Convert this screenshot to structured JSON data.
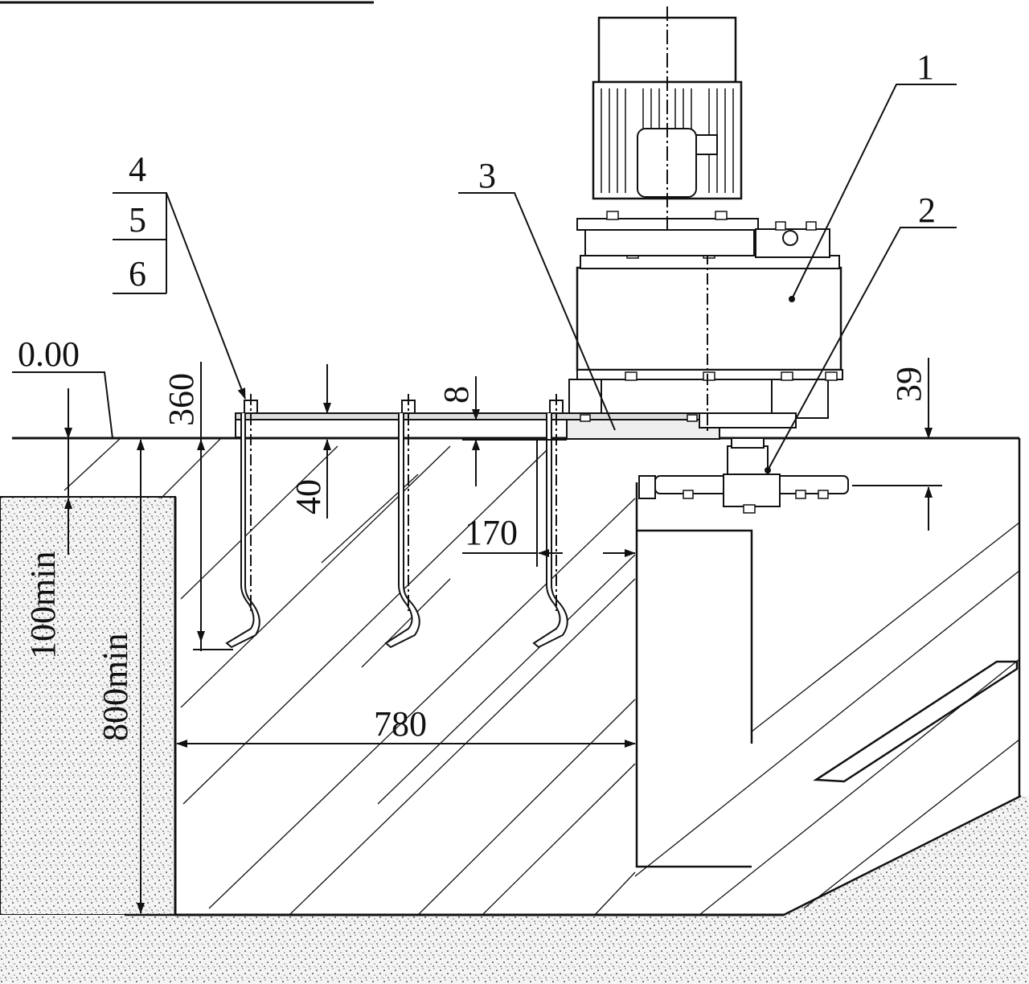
{
  "dimensions": {
    "elevation": "0.00",
    "bolt_depth": "360",
    "plate_gap": "40",
    "plate_thick": "8",
    "sprocket_offset": "39",
    "bolt_to_wall": "170",
    "pit_width": "780",
    "min_cover": "100min",
    "min_depth": "800min"
  },
  "callouts": {
    "c1": "1",
    "c2": "2",
    "c3": "3",
    "c4": "4",
    "c5": "5",
    "c6": "6"
  }
}
